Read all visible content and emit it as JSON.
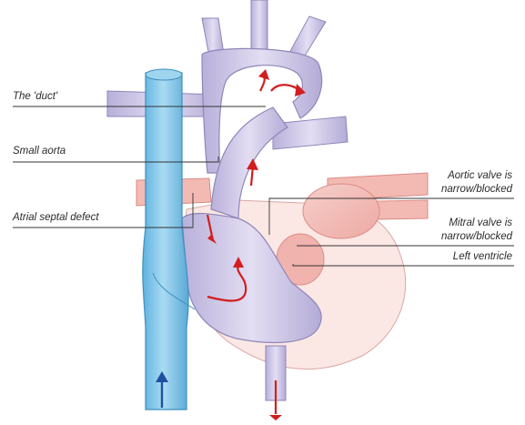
{
  "labels": {
    "duct": "The 'duct'",
    "small_aorta": "Small aorta",
    "asd": "Atrial septal defect",
    "aortic_valve_1": "Aortic valve is",
    "aortic_valve_2": "narrow/blocked",
    "mitral_valve_1": "Mitral valve is",
    "mitral_valve_2": "narrow/blocked",
    "left_ventricle": "Left ventricle"
  },
  "colors": {
    "vena_cava": "#7fc3e6",
    "vena_cava_edge": "#4a9fcc",
    "right_heart": "#c9c3e3",
    "right_heart_edge": "#8f86b8",
    "left_heart": "#f4c6c2",
    "pulmonary_veins": "#f2b4ae",
    "heart_outline": "#f8dcd8",
    "flow_arrow": "#d21e1e",
    "inflow_arrow": "#1f4fa0"
  }
}
